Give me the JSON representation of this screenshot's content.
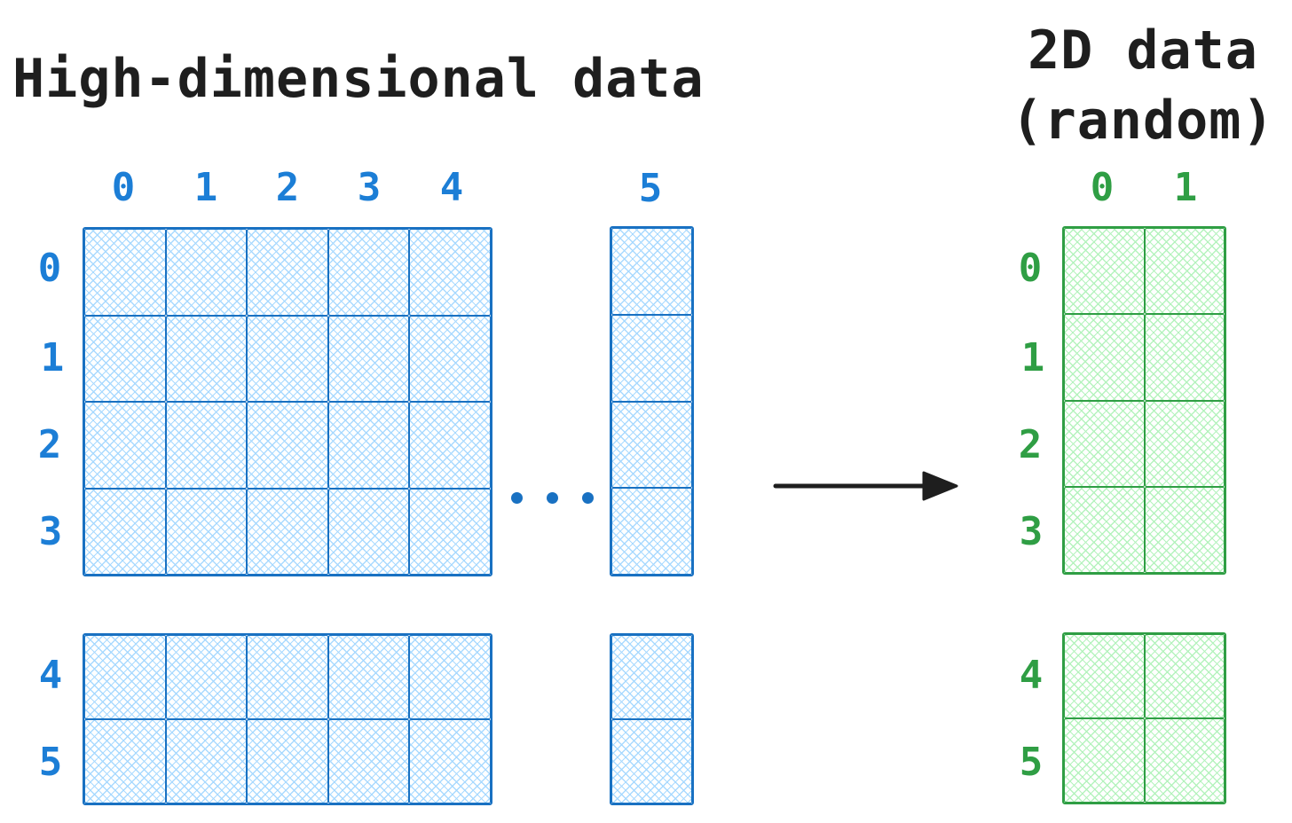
{
  "left_matrix": {
    "title": "High-dimensional data",
    "col_headers": [
      "0",
      "1",
      "2",
      "3",
      "4",
      "5"
    ],
    "row_headers": [
      "0",
      "1",
      "2",
      "3",
      "4",
      "5"
    ],
    "ellipsis_icon": "horizontal-ellipsis",
    "omitted_columns_between": [
      "4",
      "5"
    ],
    "omitted_rows_between": [
      "3",
      "4"
    ],
    "cell_fill": "cross-hatch"
  },
  "right_matrix": {
    "title_lines": [
      "2D data",
      "(random)"
    ],
    "col_headers": [
      "0",
      "1"
    ],
    "row_headers": [
      "0",
      "1",
      "2",
      "3",
      "4",
      "5"
    ],
    "omitted_rows_between": [
      "3",
      "4"
    ],
    "cell_fill": "cross-hatch"
  },
  "arrow_icon": "right-arrow",
  "colors": {
    "blue_stroke": "#1971c2",
    "blue_fill": "#a5d8ff",
    "blue_label": "#1c7ed6",
    "green_stroke": "#2f9e44",
    "green_fill": "#b2f2bb",
    "green_label": "#2f9e44",
    "ink": "#1e1e1e",
    "background": "#ffffff"
  }
}
